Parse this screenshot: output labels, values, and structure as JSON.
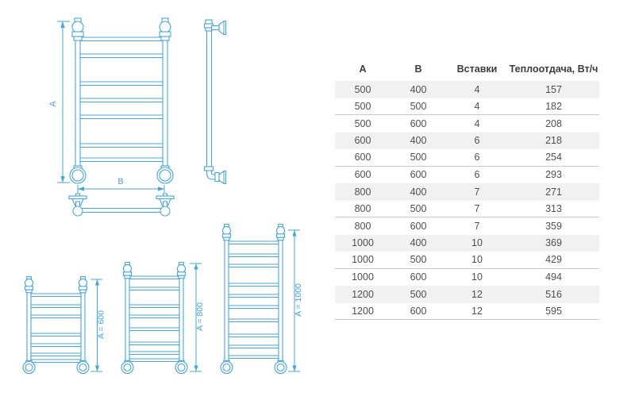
{
  "page": {
    "background": "#ffffff"
  },
  "drawings": {
    "line_color": "#4aa4d7",
    "front_view": {
      "dim_a_label": "A",
      "dim_b_label": "B"
    },
    "variants": [
      {
        "label": "A = 600"
      },
      {
        "label": "A = 800"
      },
      {
        "label": "A = 1000"
      }
    ]
  },
  "table": {
    "columns": [
      "А",
      "В",
      "Вставки",
      "Теплоотдача, Вт/ч"
    ],
    "rows": [
      [
        "500",
        "400",
        "4",
        "157"
      ],
      [
        "500",
        "500",
        "4",
        "182"
      ],
      [
        "500",
        "600",
        "4",
        "208"
      ],
      [
        "600",
        "400",
        "6",
        "218"
      ],
      [
        "600",
        "500",
        "6",
        "254"
      ],
      [
        "600",
        "600",
        "6",
        "293"
      ],
      [
        "800",
        "400",
        "7",
        "271"
      ],
      [
        "800",
        "500",
        "7",
        "313"
      ],
      [
        "800",
        "600",
        "7",
        "359"
      ],
      [
        "1000",
        "400",
        "10",
        "369"
      ],
      [
        "1000",
        "500",
        "10",
        "429"
      ],
      [
        "1000",
        "600",
        "10",
        "494"
      ],
      [
        "1200",
        "500",
        "12",
        "516"
      ],
      [
        "1200",
        "600",
        "12",
        "595"
      ]
    ]
  }
}
